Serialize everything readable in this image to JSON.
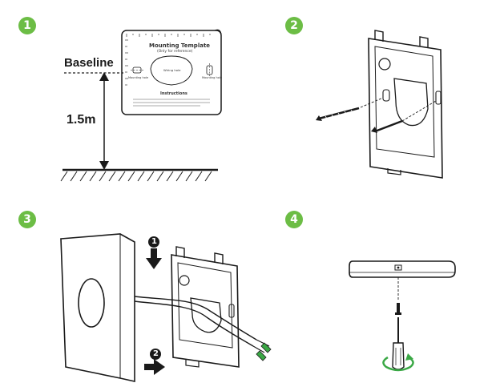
{
  "steps": [
    {
      "number": "1"
    },
    {
      "number": "2"
    },
    {
      "number": "3"
    },
    {
      "number": "4"
    }
  ],
  "step1": {
    "baseline_label": "Baseline",
    "height_label": "1.5m",
    "template": {
      "title": "Mounting Template",
      "subtitle": "(Only for reference)",
      "left_hole_label": "Mounting hole",
      "center_label": "Wiring hole",
      "right_hole_label": "Mounting hole",
      "instructions_title": "Instructions"
    }
  },
  "step3": {
    "order_marks": [
      "1",
      "2"
    ]
  },
  "colors": {
    "badge": "#6cbd45",
    "line": "#1a1a1a",
    "accent_green": "#3aa845"
  }
}
